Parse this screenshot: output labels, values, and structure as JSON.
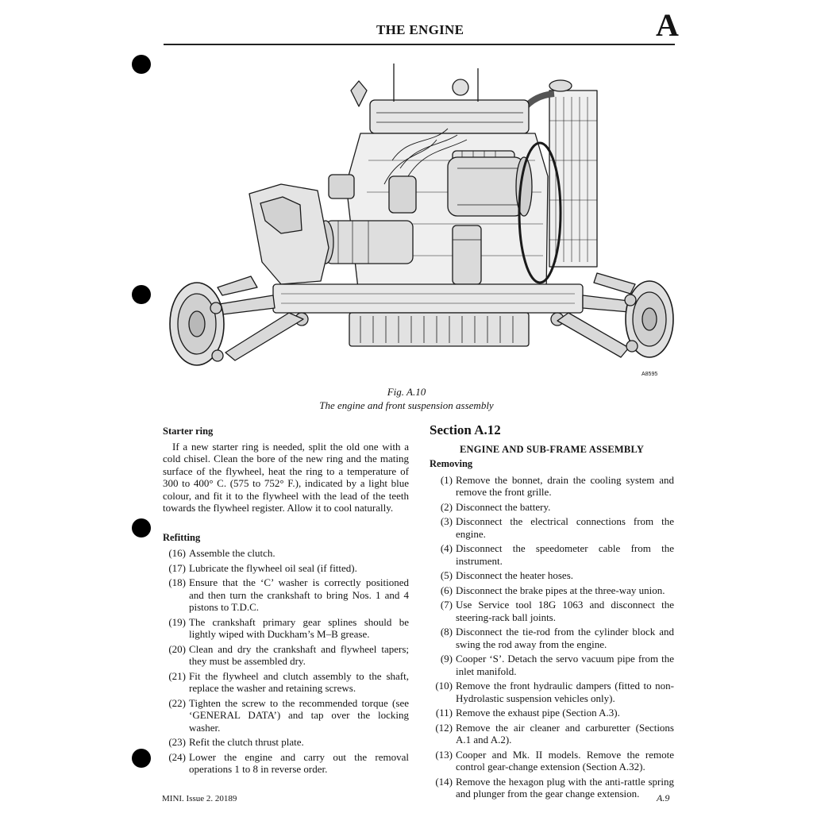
{
  "header": {
    "title": "THE ENGINE",
    "section_letter": "A"
  },
  "figure": {
    "number": "Fig. A.10",
    "caption": "The engine and front suspension assembly",
    "ref_code": "A8595"
  },
  "left": {
    "starter_heading": "Starter ring",
    "starter_text": "If a new starter ring is needed, split the old one with a cold chisel. Clean the bore of the new ring and the mating surface of the flywheel, heat the ring to a temperature of 300 to 400° C. (575 to 752° F.), indicated by a light blue colour, and fit it to the flywheel with the lead of the teeth towards the flywheel register. Allow it to cool naturally.",
    "refitting_heading": "Refitting",
    "steps": [
      {
        "num": "(16)",
        "text": "Assemble the clutch."
      },
      {
        "num": "(17)",
        "text": "Lubricate the flywheel oil seal (if fitted)."
      },
      {
        "num": "(18)",
        "text": "Ensure that the ‘C’ washer is correctly positioned and then turn the crankshaft to bring Nos. 1 and 4 pistons to T.D.C."
      },
      {
        "num": "(19)",
        "text": "The crankshaft primary gear splines should be lightly wiped with Duckham’s M–B grease."
      },
      {
        "num": "(20)",
        "text": "Clean and dry the crankshaft and flywheel tapers; they must be assembled dry."
      },
      {
        "num": "(21)",
        "text": "Fit the flywheel and clutch assembly to the shaft, replace the washer and retaining screws."
      },
      {
        "num": "(22)",
        "text": "Tighten the screw to the recommended torque (see ‘GENERAL DATA’) and tap over the locking washer."
      },
      {
        "num": "(23)",
        "text": "Refit the clutch thrust plate."
      },
      {
        "num": "(24)",
        "text": "Lower the engine and carry out the removal operations 1 to 8 in reverse order."
      }
    ]
  },
  "right": {
    "section_title": "Section A.12",
    "section_subtitle": "ENGINE AND SUB-FRAME ASSEMBLY",
    "removing_heading": "Removing",
    "steps": [
      {
        "num": "(1)",
        "text": "Remove the bonnet, drain the cooling system and remove the front grille."
      },
      {
        "num": "(2)",
        "text": "Disconnect the battery."
      },
      {
        "num": "(3)",
        "text": "Disconnect the electrical connections from the engine."
      },
      {
        "num": "(4)",
        "text": "Disconnect the speedometer cable from the instrument."
      },
      {
        "num": "(5)",
        "text": "Disconnect the heater hoses."
      },
      {
        "num": "(6)",
        "text": "Disconnect the brake pipes at the three-way union."
      },
      {
        "num": "(7)",
        "text": "Use Service tool 18G 1063 and disconnect the steering-rack ball joints."
      },
      {
        "num": "(8)",
        "text": "Disconnect the tie-rod from the cylinder block and swing the rod away from the engine."
      },
      {
        "num": "(9)",
        "text": "Cooper ‘S’. Detach the servo vacuum pipe from the inlet manifold."
      },
      {
        "num": "(10)",
        "text": "Remove the front hydraulic dampers (fitted to non-Hydrolastic suspension vehicles only)."
      },
      {
        "num": "(11)",
        "text": "Remove the exhaust pipe (Section A.3)."
      },
      {
        "num": "(12)",
        "text": "Remove the air cleaner and carburetter (Sections A.1 and A.2)."
      },
      {
        "num": "(13)",
        "text": "Cooper and Mk. II models. Remove the remote control gear-change extension (Section A.32)."
      },
      {
        "num": "(14)",
        "text": "Remove the hexagon plug with the anti-rattle spring and plunger from the gear change extension."
      }
    ]
  },
  "footer": {
    "left": "MINI.   Issue 2.   20189",
    "right": "A.9"
  }
}
